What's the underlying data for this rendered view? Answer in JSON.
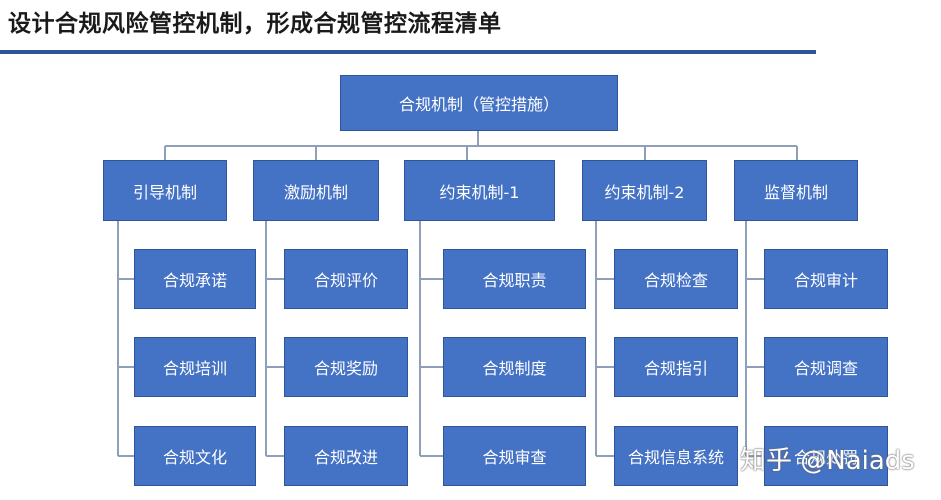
{
  "title": "设计合规风险管控机制，形成合规管控流程清单",
  "root": {
    "label": "合规机制（管控措施）"
  },
  "columns": [
    {
      "label": "引导机制",
      "children": [
        "合规承诺",
        "合规培训",
        "合规文化"
      ]
    },
    {
      "label": "激励机制",
      "children": [
        "合规评价",
        "合规奖励",
        "合规改进"
      ]
    },
    {
      "label": "约束机制-1",
      "children": [
        "合规职责",
        "合规制度",
        "合规审查"
      ]
    },
    {
      "label": "约束机制-2",
      "children": [
        "合规检查",
        "合规指引",
        "合规信息系统"
      ]
    },
    {
      "label": "监督机制",
      "children": [
        "合规审计",
        "合规调查",
        "合规处罚"
      ]
    }
  ],
  "watermark": "知乎 @Naiads",
  "colors": {
    "box_fill": "#4472c4",
    "box_border": "#2f5597",
    "line": "#8e9fb9",
    "rule": "#2e5597"
  }
}
